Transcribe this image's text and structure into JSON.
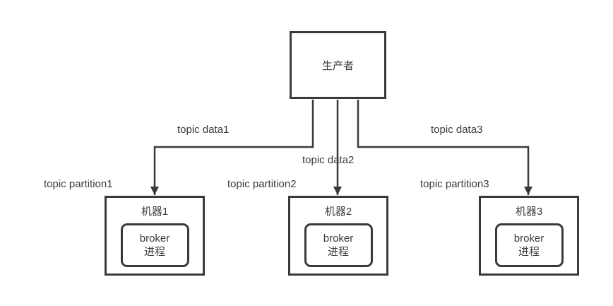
{
  "diagram": {
    "producer": {
      "label": "生产者"
    },
    "flow_labels": [
      {
        "id": "topic-data1",
        "text": "topic data1"
      },
      {
        "id": "topic-data2",
        "text": "topic data2"
      },
      {
        "id": "topic-data3",
        "text": "topic data3"
      }
    ],
    "partition_labels": [
      {
        "id": "topic-partition1",
        "text": "topic partition1"
      },
      {
        "id": "topic-partition2",
        "text": "topic partition2"
      },
      {
        "id": "topic-partition3",
        "text": "topic partition3"
      }
    ],
    "machines": [
      {
        "title": "机器1",
        "broker": [
          "broker",
          "进程"
        ]
      },
      {
        "title": "机器2",
        "broker": [
          "broker",
          "进程"
        ]
      },
      {
        "title": "机器3",
        "broker": [
          "broker",
          "进程"
        ]
      }
    ],
    "colors": {
      "line": "#3a3a3a",
      "text": "#3b3b3b",
      "background": "#ffffff"
    }
  }
}
